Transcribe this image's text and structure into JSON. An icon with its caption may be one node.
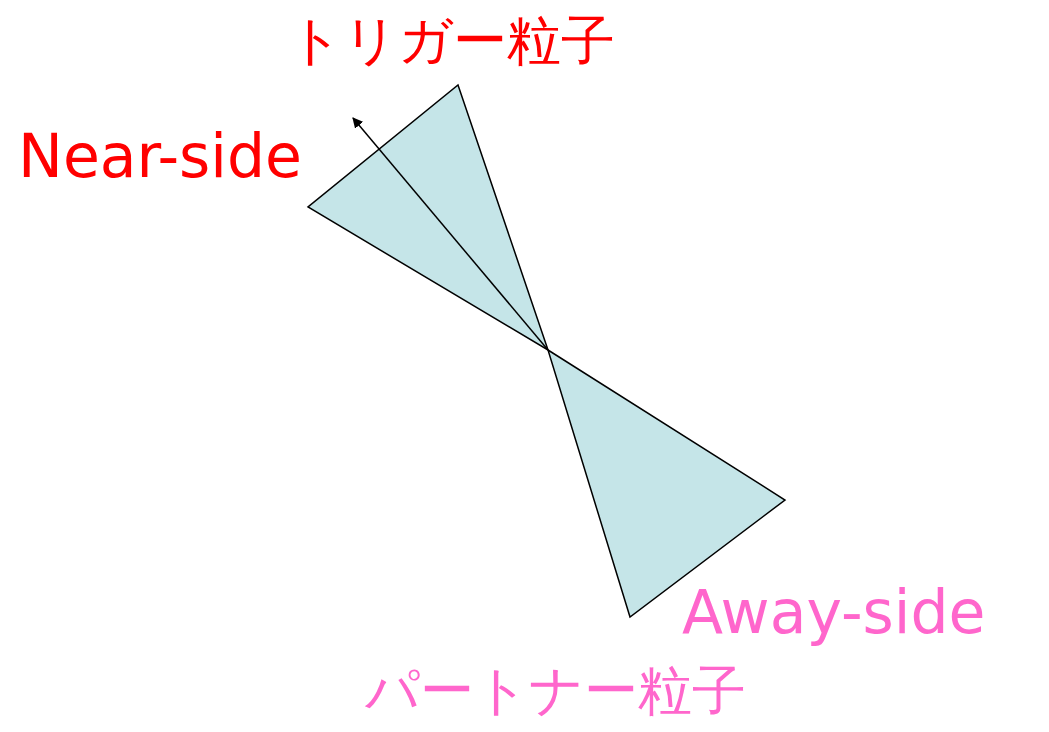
{
  "diagram": {
    "labels": [
      "トリガー粒子",
      "Near-side",
      "Away-side",
      "パートナー粒子"
    ]
  }
}
